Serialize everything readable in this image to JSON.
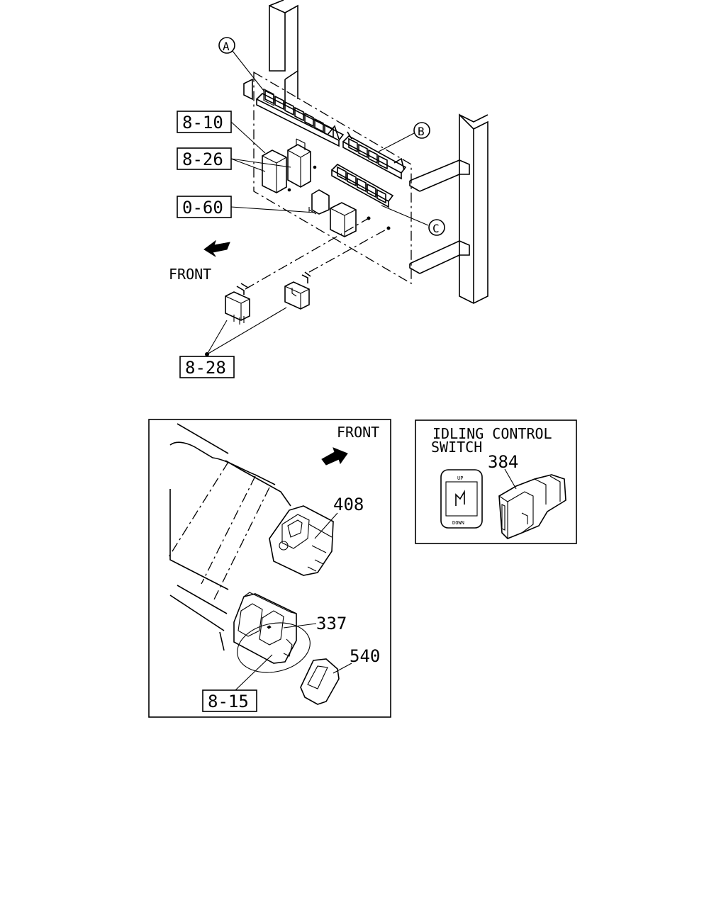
{
  "callouts": {
    "ref_8_10": "8-10",
    "ref_8_26": "8-26",
    "ref_0_60": "0-60",
    "ref_8_28": "8-28",
    "ref_8_15": "8-15",
    "part_408": "408",
    "part_337": "337",
    "part_540": "540",
    "part_384": "384"
  },
  "markers": {
    "a": "A",
    "b": "B",
    "c": "C"
  },
  "direction": {
    "front_top": "FRONT",
    "front_inset": "FRONT"
  },
  "idling_inset": {
    "title_line1": "IDLING CONTROL",
    "title_line2": "SWITCH",
    "switch_up": "UP",
    "switch_down": "DOWN"
  }
}
